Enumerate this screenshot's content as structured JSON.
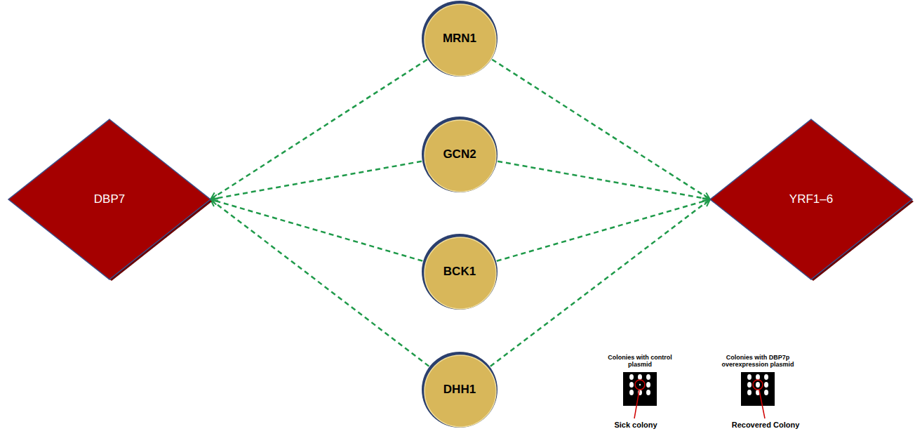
{
  "diagram": {
    "nodes": [
      {
        "text": [
          "DBP7"
        ]
      },
      {
        "text": [
          "MRN1"
        ]
      },
      {
        "text": [
          "GCN2"
        ]
      },
      {
        "text": [
          "BCK1"
        ]
      },
      {
        "text": [
          "DHH1"
        ]
      },
      {
        "text": [
          "YRF1–6"
        ]
      }
    ],
    "edges": [
      {
        "from": 1,
        "to": 0,
        "arrow": "to"
      },
      {
        "from": 2,
        "to": 0,
        "arrow": "to"
      },
      {
        "from": 3,
        "to": 0,
        "arrow": "to"
      },
      {
        "from": 4,
        "to": 0,
        "arrow": "to"
      },
      {
        "from": 1,
        "to": 5,
        "arrow": "to"
      },
      {
        "from": 2,
        "to": 5,
        "arrow": "to"
      },
      {
        "from": 3,
        "to": 5,
        "arrow": "to"
      },
      {
        "from": 4,
        "to": 5,
        "arrow": "to"
      }
    ],
    "labels": [
      "Colonies with control plasmid",
      "Colonies with DBP7p overexpression plasmid",
      "Sick colony",
      "Recovered Colony"
    ]
  }
}
